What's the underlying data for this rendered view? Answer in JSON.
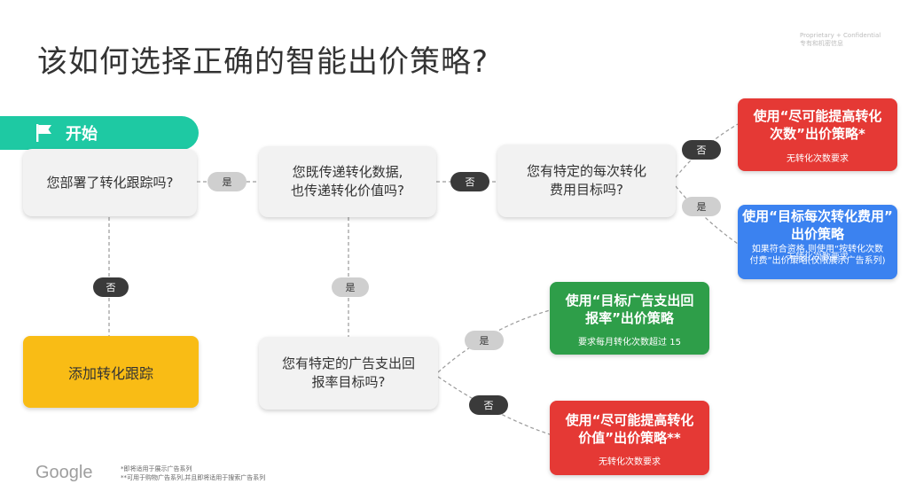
{
  "title": "该如何选择正确的智能出价策略?",
  "confidential": [
    "Proprietary + Confidential",
    "专有和机密信息"
  ],
  "start_label": "开始",
  "questions": {
    "conversion_tracking": "您部署了转化跟踪吗?",
    "send_conversion_data": [
      "您既传递转化数据,",
      "也传递转化价值吗?"
    ],
    "target_cpa": [
      "您有特定的每次转化",
      "费用目标吗?"
    ],
    "target_roas": [
      "您有特定的广告支出回",
      "报率目标吗?"
    ]
  },
  "answers": {
    "yes": "是",
    "no": "否"
  },
  "results": {
    "max_conversions": {
      "main": [
        "使用“尽可能提高转化",
        "次数”出价策略*"
      ],
      "sub": "无转化次数要求",
      "color": "#e53935"
    },
    "target_cpa": {
      "main": [
        "使用“目标每次转化费用”",
        "出价策略"
      ],
      "sub": [
        "如果符合资格,则使用“按转化次数",
        "付费”出价策略(仅限展示广告系列)"
      ],
      "overlap_sub": "无转化次数要求",
      "color": "#3b82f0"
    },
    "target_roas": {
      "main": [
        "使用“目标广告支出回",
        "报率”出价策略"
      ],
      "sub": "要求每月转化次数超过 15",
      "color": "#2e9e49"
    },
    "max_conversion_value": {
      "main": [
        "使用“尽可能提高转化",
        "价值”出价策略**"
      ],
      "sub": "无转化次数要求",
      "color": "#e53935"
    },
    "add_tracking": {
      "main": "添加转化跟踪",
      "color": "#f9bc15"
    }
  },
  "footer": {
    "logo": "Google",
    "footnotes": [
      "*即将适用于展示广告系列",
      "**可用于购物广告系列,并且即将适用于搜索广告系列"
    ]
  }
}
